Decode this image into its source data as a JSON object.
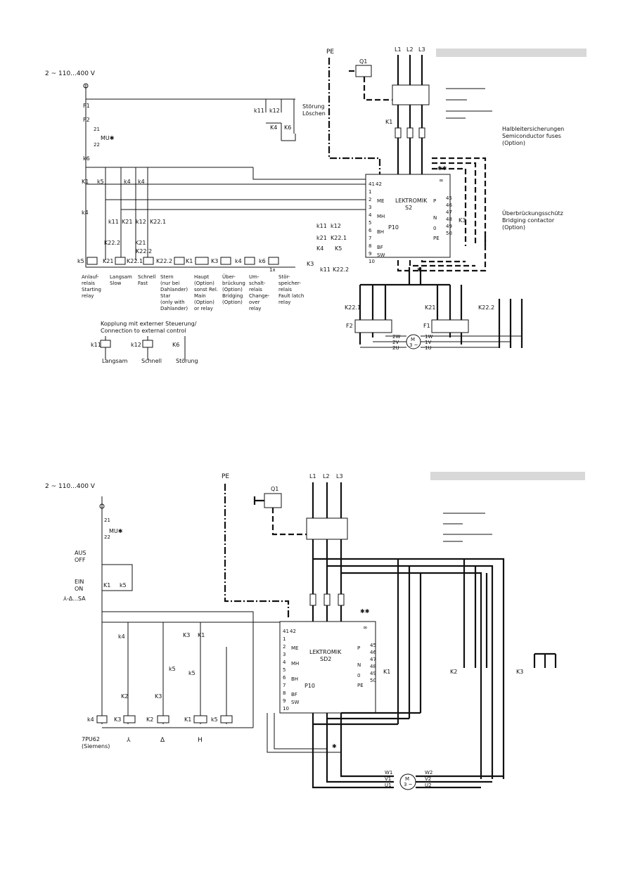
{
  "top": {
    "supply": "2 ~ 110...400 V",
    "pe": "PE",
    "q1": "Q1",
    "phases": [
      "L1",
      "L2",
      "L3"
    ],
    "relay_tags": [
      "F1",
      "F2",
      "21",
      "MU✱",
      "22",
      "k6",
      "K1",
      "k5",
      "k4",
      "k4",
      "k4",
      "k11",
      "K21",
      "k12",
      "K22.1",
      "K22.2",
      "K21",
      "K22.2"
    ],
    "reset": {
      "contacts": [
        "k11",
        "k12",
        "K4",
        "K6"
      ],
      "label_de": "Störung",
      "label_de2": "Löschen"
    },
    "controller": {
      "name": "LEKTROMIK",
      "model": "S2",
      "pins": [
        "41",
        "42",
        "1",
        "2",
        "3",
        "4",
        "5",
        "6",
        "7",
        "8",
        "9",
        "10"
      ],
      "pin_labels": [
        "ME",
        "MH",
        "BH",
        "BF",
        "SW"
      ],
      "right_labels": [
        "P",
        "N",
        "0",
        "PE"
      ],
      "right_pins": [
        "45",
        "46",
        "47",
        "48",
        "49",
        "50"
      ],
      "p10": "P10",
      "star2": "✱✱",
      "inf": "∞"
    },
    "ext_contacts": [
      "k11",
      "k12",
      "k21",
      "K22.1",
      "K4",
      "K5",
      "K3",
      "k11",
      "K22.2"
    ],
    "fuses": {
      "k1": "K1",
      "de": "Halbleitersicherungen",
      "en": "Semiconductor fuses",
      "opt": "(Option)"
    },
    "bridge": {
      "k3": "K3",
      "de": "Überbrückungsschütz",
      "en": "Bridging contactor",
      "opt": "(Option)"
    },
    "coils": [
      "k5",
      "K21",
      "K22.1",
      "K22.2",
      "K1",
      "K3",
      "k4",
      "k6"
    ],
    "coil_sub": "1x",
    "coil_labels": [
      {
        "de": "Anlauf-\nrelais",
        "en": "Starting\nrelay"
      },
      {
        "de": "Langsam",
        "en": "Slow"
      },
      {
        "de": "Schnell",
        "en": "Fast"
      },
      {
        "de": "Stern\n(nur bei\nDahlander)",
        "en": "Star\n(only with\nDahlander)"
      },
      {
        "de": "Haupt\n(Option)\nsonst Rel.",
        "en": "Main\n(Option)\nor relay"
      },
      {
        "de": "Über-\nbrückung\n(Option)",
        "en": "Bridging\n(Option)"
      },
      {
        "de": "Um-\nschalt-\nrelais",
        "en": "Change-\nover\nrelay"
      },
      {
        "de": "Stör-\nspeicher-\nrelais",
        "en": "Fault latch\nrelay"
      }
    ],
    "external": {
      "title_de": "Kopplung mit externer Steuerung/",
      "title_en": "Connection to external control",
      "items": [
        "k11",
        "k12",
        "K6"
      ],
      "names": [
        "Langsam",
        "Schnell",
        "Störung"
      ]
    },
    "motor": {
      "m": "M",
      "phase": "3 ~",
      "left": [
        "2W",
        "2V",
        "2U"
      ],
      "right": [
        "1W",
        "1V",
        "1U"
      ],
      "k22_1": "K22.1",
      "k21": "K21",
      "k22_2": "K22.2",
      "f2": "F2",
      "f1": "F1",
      "star": "✱"
    }
  },
  "bottom": {
    "supply": "2 ~ 110...400 V",
    "pe": "PE",
    "q1": "Q1",
    "phases": [
      "L1",
      "L2",
      "L3"
    ],
    "tags": [
      "21",
      "MU✱",
      "22",
      "AUS",
      "OFF",
      "EIN",
      "ON",
      "⅄-Δ...SA",
      "K1",
      "k5",
      "k4",
      "K3",
      "K1",
      "k5",
      "k5",
      "K2",
      "K3"
    ],
    "controller": {
      "name": "LEKTROMIK",
      "model": "SD2",
      "pins": [
        "41",
        "42",
        "1",
        "2",
        "3",
        "4",
        "5",
        "6",
        "7",
        "8",
        "9",
        "10"
      ],
      "pin_labels": [
        "ME",
        "MH",
        "BH",
        "BF",
        "SW"
      ],
      "right_labels": [
        "P",
        "N",
        "0",
        "PE"
      ],
      "right_pins": [
        "45",
        "46",
        "47",
        "48",
        "49",
        "50"
      ],
      "p10": "P10",
      "star2": "✱✱",
      "inf": "∞"
    },
    "coils": [
      "k4",
      "K3",
      "K2",
      "K1",
      "k5"
    ],
    "coil_labels": [
      "7PU62\n(Siemens)",
      "⅄",
      "Δ",
      "H"
    ],
    "contactors": [
      "K1",
      "K2",
      "K3"
    ],
    "motor": {
      "m": "M",
      "phase": "3 ~",
      "left": [
        "W1",
        "V1",
        "U1"
      ],
      "right": [
        "W2",
        "V2",
        "U2"
      ],
      "star": "✱"
    }
  }
}
